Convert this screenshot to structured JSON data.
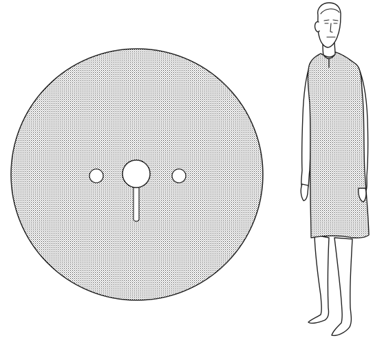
{
  "colors": {
    "background": "#ffffff",
    "stroke": "#222222",
    "stipple_dot": "#3a3a3a",
    "fill_base": "#ffffff"
  },
  "figures": [
    {
      "kind": "fabric-pattern",
      "icon": "circular-cloth-pattern",
      "shading": "stippled"
    },
    {
      "kind": "worn-garment",
      "icon": "standing-man-in-tunic",
      "shading": "stippled"
    }
  ]
}
